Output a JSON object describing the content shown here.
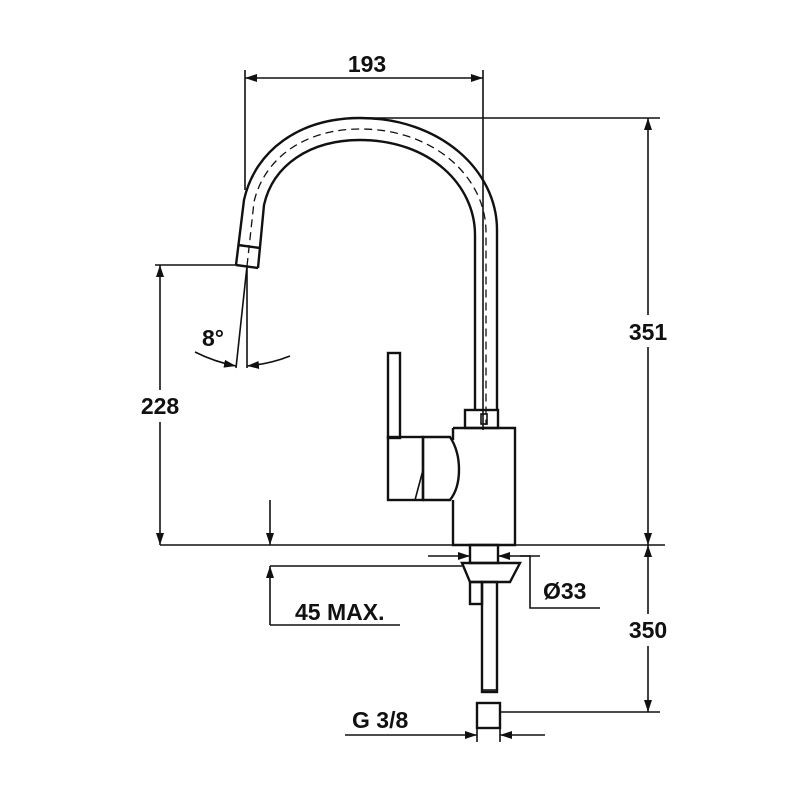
{
  "title": "Faucet dimension drawing",
  "dimensions": {
    "spout_reach": "193",
    "total_height": "351",
    "spout_height": "228",
    "spout_angle": "8°",
    "counter_thickness": "45 MAX.",
    "base_diameter": "Ø33",
    "hose_length": "350",
    "connection_thread": "G 3/8"
  }
}
